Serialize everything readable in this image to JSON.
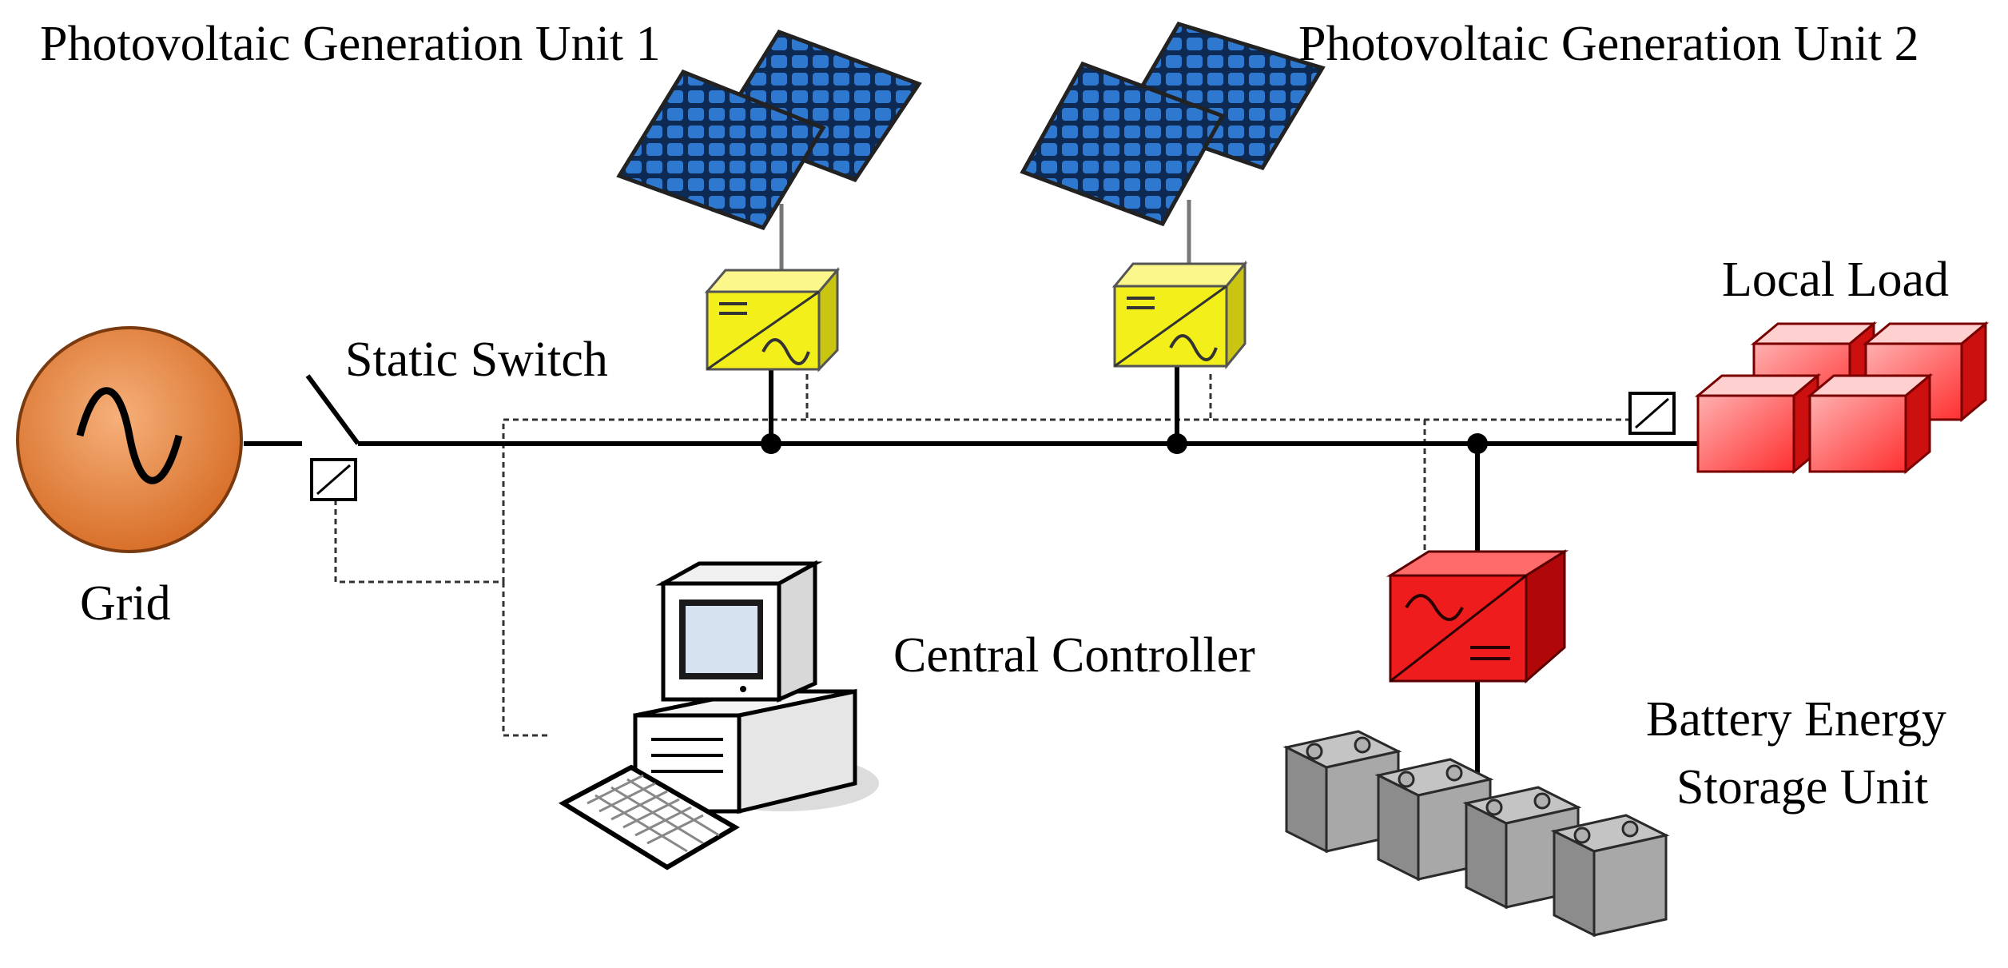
{
  "labels": {
    "pv1": "Photovoltaic Generation Unit 1",
    "pv2": "Photovoltaic Generation Unit 2",
    "local_load": "Local Load",
    "static_switch": "Static Switch",
    "grid": "Grid",
    "central_controller": "Central Controller",
    "battery_line1": "Battery Energy",
    "battery_line2": "Storage Unit"
  },
  "colors": {
    "grid_source": "#e8883a",
    "inverter_yellow": "#f2ef1a",
    "converter_red": "#ee1c1c",
    "load_red": "#ff5a5a",
    "battery_gray": "#9a9a9a",
    "panel_blue": "#1f5fb0"
  }
}
